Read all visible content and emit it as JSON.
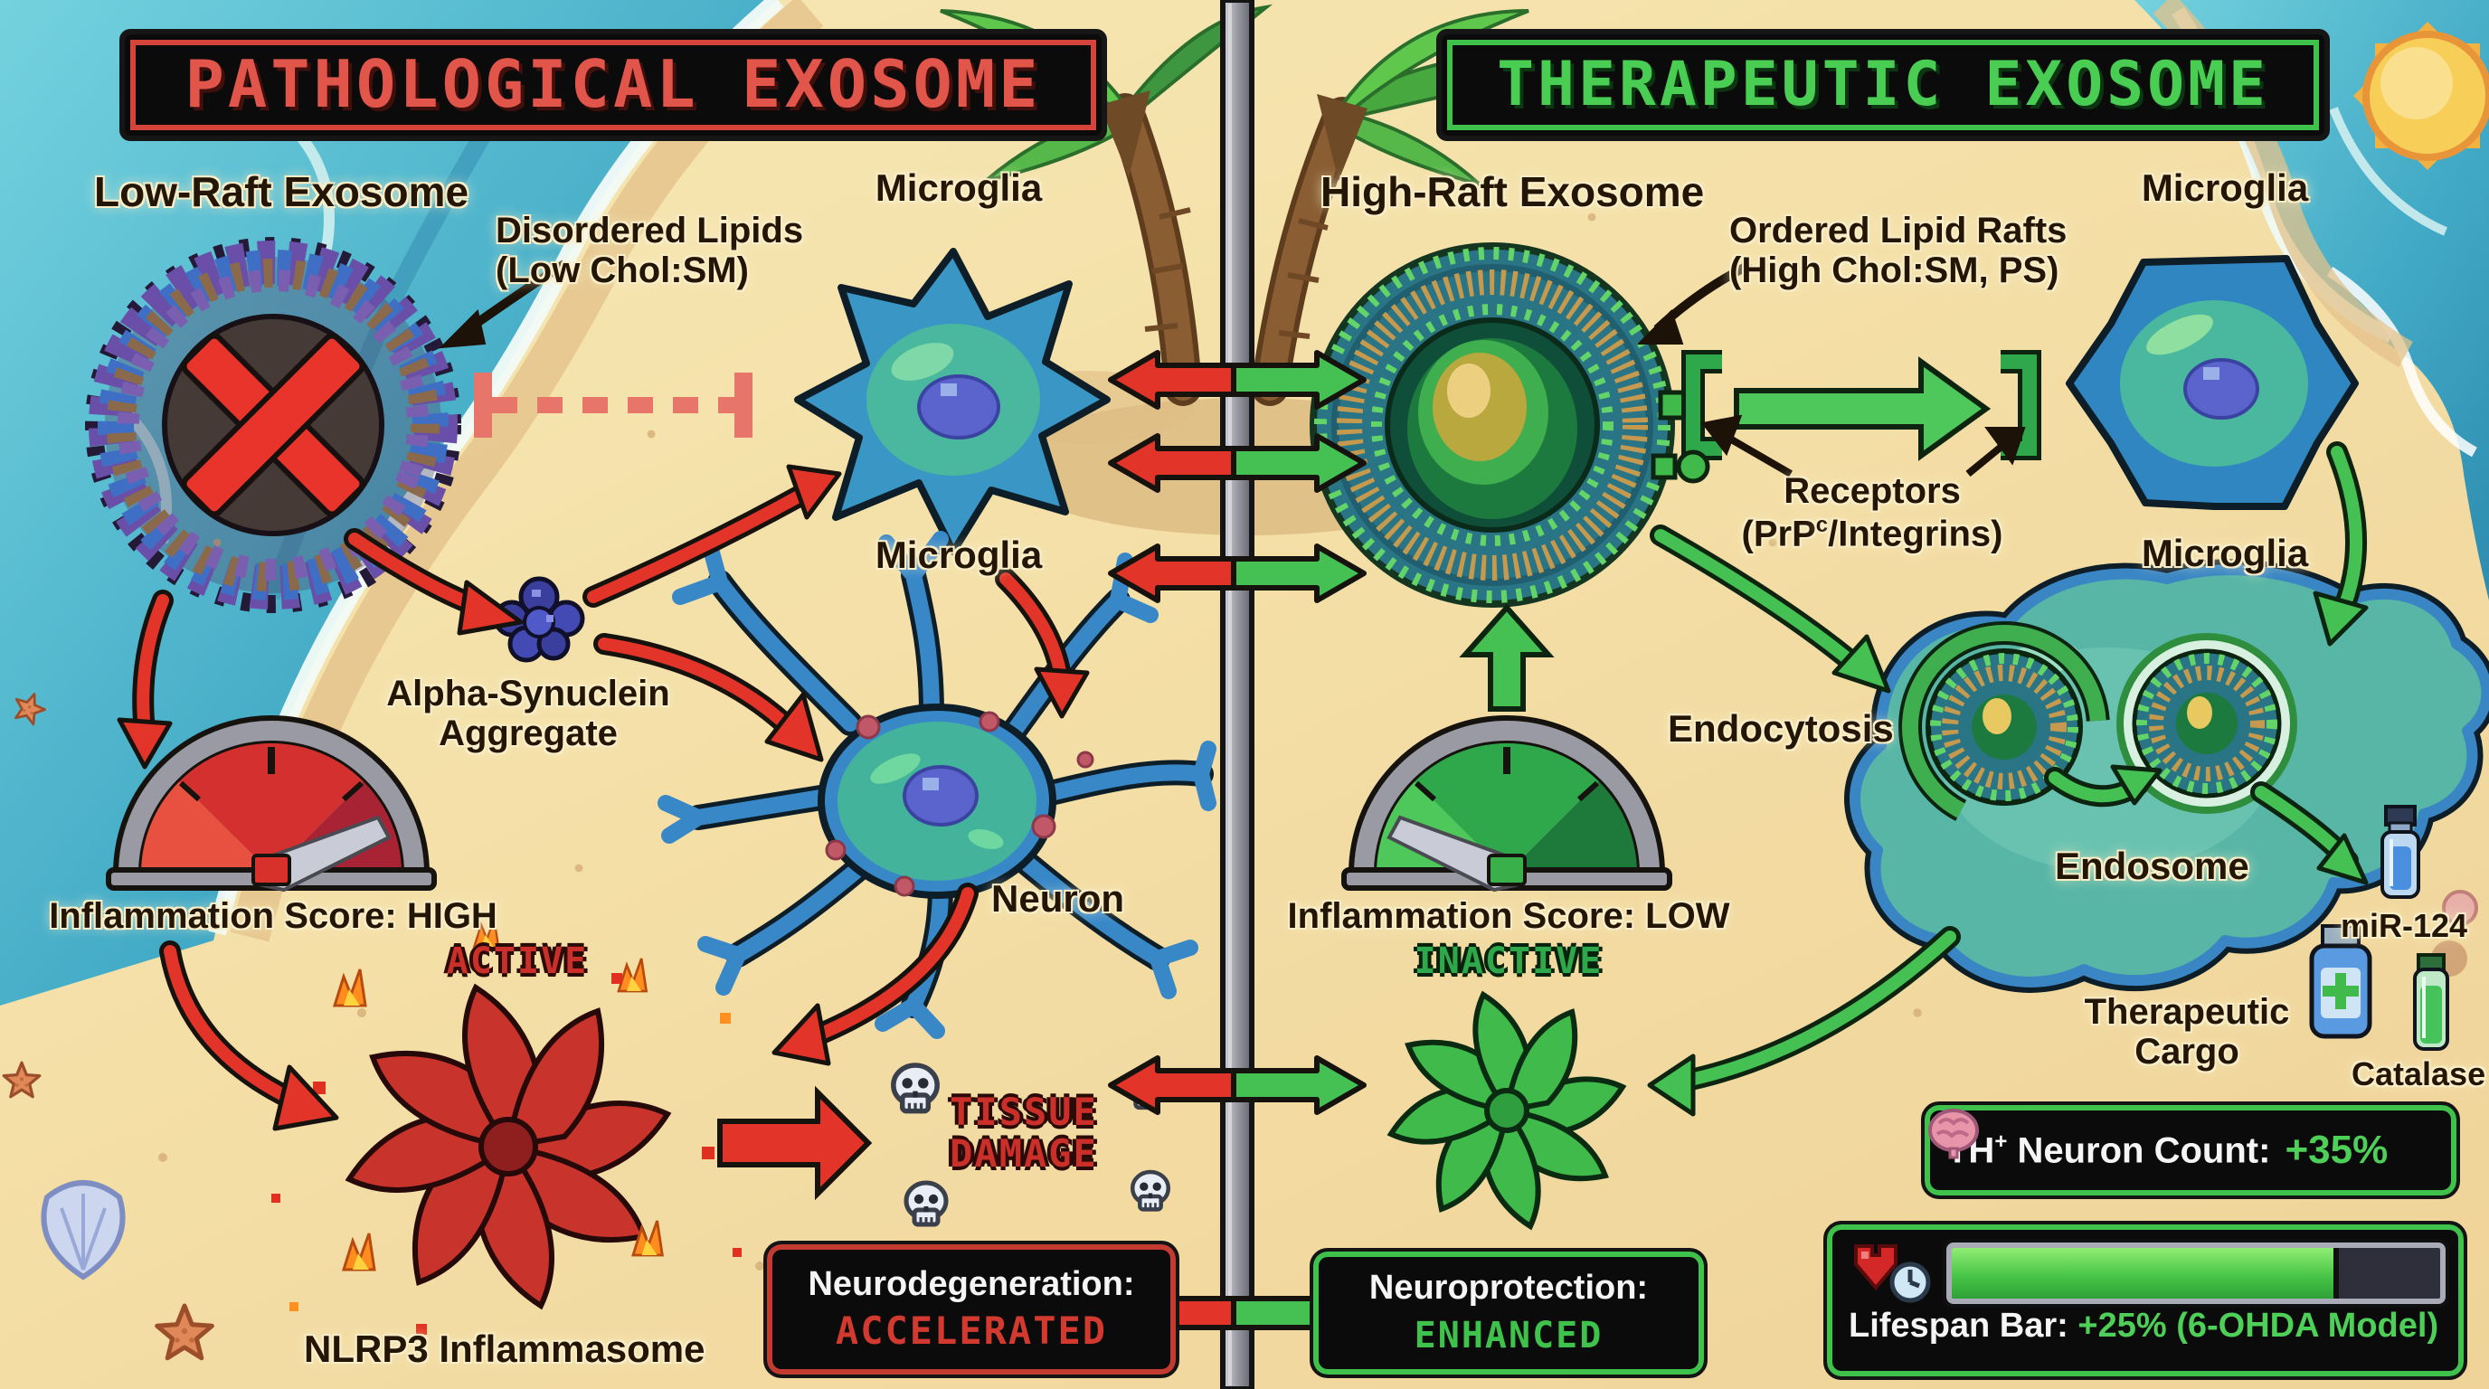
{
  "colors": {
    "pathological_accent": "#d4443a",
    "therapeutic_accent": "#3fc24c",
    "sand": "#f2dfa2",
    "ocean": "#4db7cc",
    "box_background": "#0b0b0b",
    "divider_gray": "#9a9aa4"
  },
  "icons": {
    "sun": "sun-icon",
    "palm": "palm-tree-icon",
    "skull": "skull-icon",
    "brain": "brain-icon",
    "heart_clock": "heart-clock-icon",
    "shell": "shell-icon",
    "starfish": "starfish-icon",
    "vial": "vial-icon"
  },
  "left_panel": {
    "title": "PATHOLOGICAL EXOSOME",
    "exosome_label": "Low-Raft Exosome",
    "lipids_line1": "Disordered Lipids",
    "lipids_line2": "(Low Chol:SM)",
    "microglia_top": "Microglia",
    "microglia_bottom": "Microglia",
    "aggregate_line1": "Alpha-Synuclein",
    "aggregate_line2": "Aggregate",
    "neuron_label": "Neuron",
    "gauge_label": "Inflammation Score: HIGH",
    "inflammasome_status": "ACTIVE",
    "inflammasome_label": "NLRP3 Inflammasome",
    "tissue_line1": "TISSUE",
    "tissue_line2": "DAMAGE",
    "outcome_title": "Neurodegeneration:",
    "outcome_value": "ACCELERATED"
  },
  "right_panel": {
    "title": "THERAPEUTIC EXOSOME",
    "exosome_label": "High-Raft Exosome",
    "lipids_line1": "Ordered Lipid Rafts",
    "lipids_line2": "(High Chol:SM, PS)",
    "receptors_line1": "Receptors",
    "receptors_pre": "(PrP",
    "receptors_sup": "c",
    "receptors_post": "/Integrins)",
    "microglia_top": "Microglia",
    "microglia_bottom": "Microglia",
    "endocytosis_label": "Endocytosis",
    "endosome_label": "Endosome",
    "gauge_label": "Inflammation Score: LOW",
    "inflammasome_status": "INACTIVE",
    "mir_label": "miR-124",
    "cargo_line1": "Therapeutic",
    "cargo_line2": "Cargo",
    "catalase_label": "Catalase",
    "outcome_title": "Neuroprotection:",
    "outcome_value": "ENHANCED",
    "neuron_count_pre": "TH",
    "neuron_count_sup": "+",
    "neuron_count_post": " Neuron Count:",
    "neuron_count_value": "+35%",
    "lifespan_label": "Lifespan Bar:",
    "lifespan_value": "+25% (6-OHDA Model)",
    "lifespan_fill_percent": 78
  }
}
